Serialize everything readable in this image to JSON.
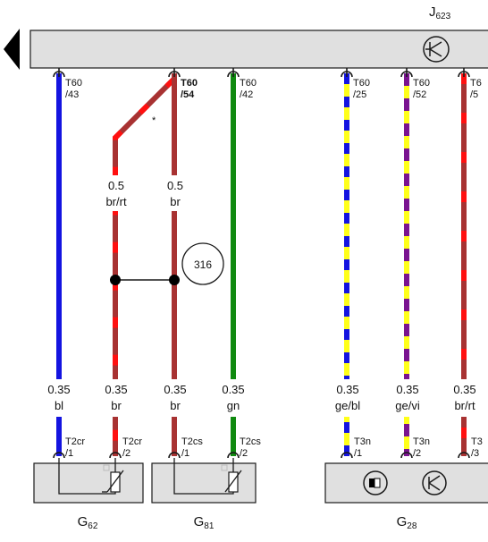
{
  "ecu": {
    "name": "J",
    "sub": "623"
  },
  "connectors_top": [
    {
      "id": "t60-43",
      "line1": "T60",
      "line2": "/43"
    },
    {
      "id": "t60-54",
      "line1": "T60",
      "line2": "/54"
    },
    {
      "id": "t60-42",
      "line1": "T60",
      "line2": "/42"
    },
    {
      "id": "t60-25",
      "line1": "T60",
      "line2": "/25"
    },
    {
      "id": "t60-52",
      "line1": "T60",
      "line2": "/52"
    },
    {
      "id": "t60-5x",
      "line1": "T6",
      "line2": "/5"
    }
  ],
  "mid_wires": [
    {
      "id": "br-rt",
      "size": "0.5",
      "color": "br/rt"
    },
    {
      "id": "br",
      "size": "0.5",
      "color": "br"
    }
  ],
  "splice_ref": "316",
  "asterisk": "*",
  "bottom_wires": [
    {
      "id": "bl",
      "size": "0.35",
      "color": "bl"
    },
    {
      "id": "br1",
      "size": "0.35",
      "color": "br"
    },
    {
      "id": "br2",
      "size": "0.35",
      "color": "br"
    },
    {
      "id": "gn",
      "size": "0.35",
      "color": "gn"
    },
    {
      "id": "ge-bl",
      "size": "0.35",
      "color": "ge/bl"
    },
    {
      "id": "ge-vi",
      "size": "0.35",
      "color": "ge/vi"
    },
    {
      "id": "br-rt2",
      "size": "0.35",
      "color": "br/rt"
    }
  ],
  "connectors_bottom": [
    {
      "id": "t2cr-1",
      "line1": "T2cr",
      "line2": "/1"
    },
    {
      "id": "t2cr-2",
      "line1": "T2cr",
      "line2": "/2"
    },
    {
      "id": "t2cs-1",
      "line1": "T2cs",
      "line2": "/1"
    },
    {
      "id": "t2cs-2",
      "line1": "T2cs",
      "line2": "/2"
    },
    {
      "id": "t3n-1",
      "line1": "T3n",
      "line2": "/1"
    },
    {
      "id": "t3n-2",
      "line1": "T3n",
      "line2": "/2"
    },
    {
      "id": "t3n-3",
      "line1": "T3",
      "line2": "/3"
    }
  ],
  "components": [
    {
      "id": "g62",
      "name": "G",
      "sub": "62"
    },
    {
      "id": "g81",
      "name": "G",
      "sub": "81"
    },
    {
      "id": "g28",
      "name": "G",
      "sub": "28"
    }
  ],
  "colors": {
    "blue": "#1414e0",
    "brown": "#a83232",
    "red": "#ff1010",
    "green": "#108a10",
    "yellow": "#ffff1a",
    "violet": "#7a1490",
    "box_fill": "#e0e0e0",
    "box_stroke": "#1a1a1a"
  }
}
